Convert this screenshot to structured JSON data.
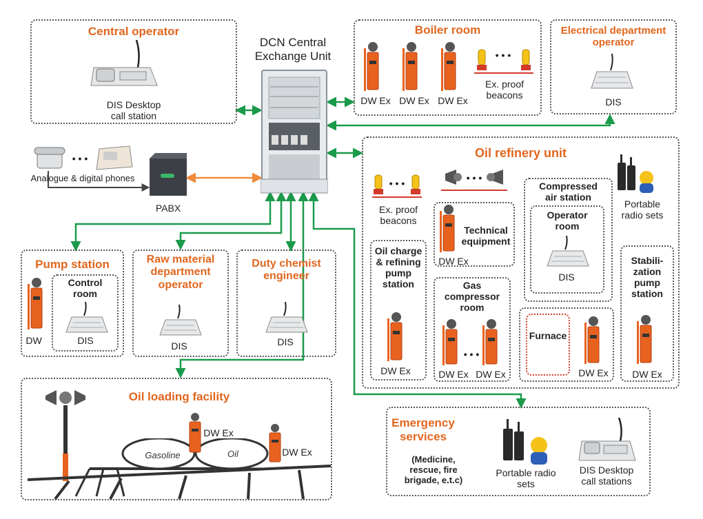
{
  "central_unit": {
    "title": "DCN Central\nExchange Unit"
  },
  "central_operator": {
    "title": "Central operator",
    "device_label": "DIS Desktop\ncall station"
  },
  "phones": {
    "label": "Analogue & digital phones",
    "ellipsis": "• • •"
  },
  "pabx": {
    "label": "PABX"
  },
  "boiler_room": {
    "title": "Boiler room",
    "dw_labels": [
      "DW Ex",
      "DW Ex",
      "DW Ex"
    ],
    "ellipsis": "• • •",
    "beacons_label": "Ex. proof\nbeacons"
  },
  "electrical": {
    "title": "Electrical department\noperator",
    "device_label": "DIS"
  },
  "refinery": {
    "title": "Oil refinery unit",
    "ellipsis": "• • •",
    "beacons_label": "Ex. proof\nbeacons",
    "technical": {
      "title": "Technical\nequipment",
      "dw_label": "DW Ex"
    },
    "compressed_air": {
      "title": "Compressed\nair station",
      "operator_room": "Operator\nroom",
      "device_label": "DIS"
    },
    "radio_label": "Portable\nradio sets",
    "oil_charge": {
      "title": "Oil charge\n& refining\npump\nstation",
      "dw_label": "DW Ex"
    },
    "gas_compressor": {
      "title": "Gas\ncompressor\nroom",
      "dw_labels": [
        "DW Ex",
        "DW Ex"
      ],
      "ellipsis": "• • •"
    },
    "furnace": {
      "title": "Furnace",
      "dw_label": "DW Ex"
    },
    "stabilization": {
      "title": "Stabili-\nzation\npump\nstation",
      "dw_label": "DW Ex"
    }
  },
  "pump_station": {
    "title": "Pump station",
    "dw_label": "DW",
    "control_room": "Control\nroom",
    "device_label": "DIS"
  },
  "raw_material": {
    "title": "Raw material\ndepartment\noperator",
    "device_label": "DIS"
  },
  "duty_chemist": {
    "title": "Duty chemist\nengineer",
    "device_label": "DIS"
  },
  "oil_loading": {
    "title": "Oil loading facility",
    "tank1": "Gasoline",
    "tank2": "Oil",
    "dw_labels": [
      "DW Ex",
      "DW Ex"
    ]
  },
  "emergency": {
    "title": "Emergency\nservices",
    "desc": "(Medicine,\nrescue, fire\nbrigade, e.t.c)",
    "radio_label": "Portable radio\nsets",
    "device_label": "DIS Desktop\ncall stations"
  },
  "colors": {
    "title_orange": "#e0661e",
    "link_green": "#1a9a4a",
    "pabx_link": "#f08a3c",
    "dw_orange": "#e8621f"
  }
}
